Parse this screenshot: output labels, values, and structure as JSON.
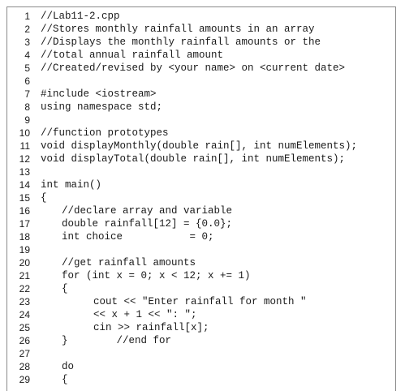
{
  "code_listing": {
    "lines": [
      {
        "number": "1",
        "text": "//Lab11-2.cpp",
        "indent": 0
      },
      {
        "number": "2",
        "text": "//Stores monthly rainfall amounts in an array",
        "indent": 0
      },
      {
        "number": "3",
        "text": "//Displays the monthly rainfall amounts or the",
        "indent": 0
      },
      {
        "number": "4",
        "text": "//total annual rainfall amount",
        "indent": 0
      },
      {
        "number": "5",
        "text": "//Created/revised by <your name> on <current date>",
        "indent": 0
      },
      {
        "number": "6",
        "text": "",
        "indent": 0
      },
      {
        "number": "7",
        "text": "#include <iostream>",
        "indent": 0
      },
      {
        "number": "8",
        "text": "using namespace std;",
        "indent": 0
      },
      {
        "number": "9",
        "text": "",
        "indent": 0
      },
      {
        "number": "10",
        "text": "//function prototypes",
        "indent": 0
      },
      {
        "number": "11",
        "text": "void displayMonthly(double rain[], int numElements);",
        "indent": 0
      },
      {
        "number": "12",
        "text": "void displayTotal(double rain[], int numElements);",
        "indent": 0
      },
      {
        "number": "13",
        "text": "",
        "indent": 0
      },
      {
        "number": "14",
        "text": "int main()",
        "indent": 0
      },
      {
        "number": "15",
        "text": "{",
        "indent": 0
      },
      {
        "number": "16",
        "text": "//declare array and variable",
        "indent": 1
      },
      {
        "number": "17",
        "text": "double rainfall[12] = {0.0};",
        "indent": 1
      },
      {
        "number": "18",
        "text": "int choice           = 0;",
        "indent": 1
      },
      {
        "number": "19",
        "text": "",
        "indent": 0
      },
      {
        "number": "20",
        "text": "//get rainfall amounts",
        "indent": 1
      },
      {
        "number": "21",
        "text": "for (int x = 0; x < 12; x += 1)",
        "indent": 1
      },
      {
        "number": "22",
        "text": "{",
        "indent": 1
      },
      {
        "number": "23",
        "text": "cout << \"Enter rainfall for month \"",
        "indent": 2
      },
      {
        "number": "24",
        "text": "<< x + 1 << \": \";",
        "indent": 2
      },
      {
        "number": "25",
        "text": "cin >> rainfall[x];",
        "indent": 2
      },
      {
        "number": "26",
        "text": "}        //end for",
        "indent": 1
      },
      {
        "number": "27",
        "text": "",
        "indent": 0
      },
      {
        "number": "28",
        "text": "do",
        "indent": 1
      },
      {
        "number": "29",
        "text": "{",
        "indent": 1
      }
    ]
  }
}
